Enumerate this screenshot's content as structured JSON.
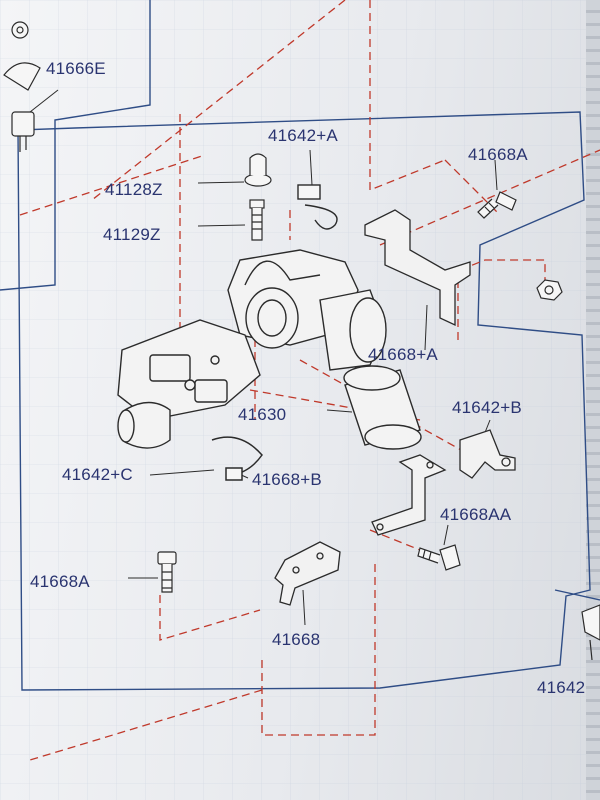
{
  "callouts": {
    "c_41666E": "41666E",
    "c_41642A": "41642+A",
    "c_41668A_top": "41668A",
    "c_41128Z": "41128Z",
    "c_41129Z": "41129Z",
    "c_41668pA": "41668+A",
    "c_41630": "41630",
    "c_41642B": "41642+B",
    "c_41642C": "41642+C",
    "c_41668pB": "41668+B",
    "c_41668AA": "41668AA",
    "c_41668A_bottom": "41668A",
    "c_41668": "41668",
    "c_41642_edge": "41642"
  },
  "colors": {
    "ink": "#2b2b2b",
    "label": "#2a3470",
    "dash_red": "#c0392b",
    "frame_blue": "#2f4d86",
    "paper": "#eef0f3"
  }
}
